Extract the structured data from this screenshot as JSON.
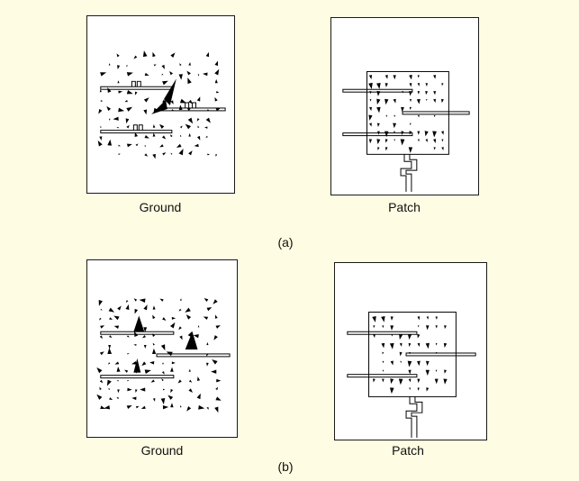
{
  "figure": {
    "background": "#fefce2",
    "panel_border": "#1a1a1a",
    "vector_color": "#000000",
    "rows": [
      {
        "caption": "(a)",
        "panels": [
          {
            "label": "Ground"
          },
          {
            "label": "Patch"
          }
        ]
      },
      {
        "caption": "(b)",
        "panels": [
          {
            "label": "Ground"
          },
          {
            "label": "Patch"
          }
        ]
      }
    ]
  }
}
